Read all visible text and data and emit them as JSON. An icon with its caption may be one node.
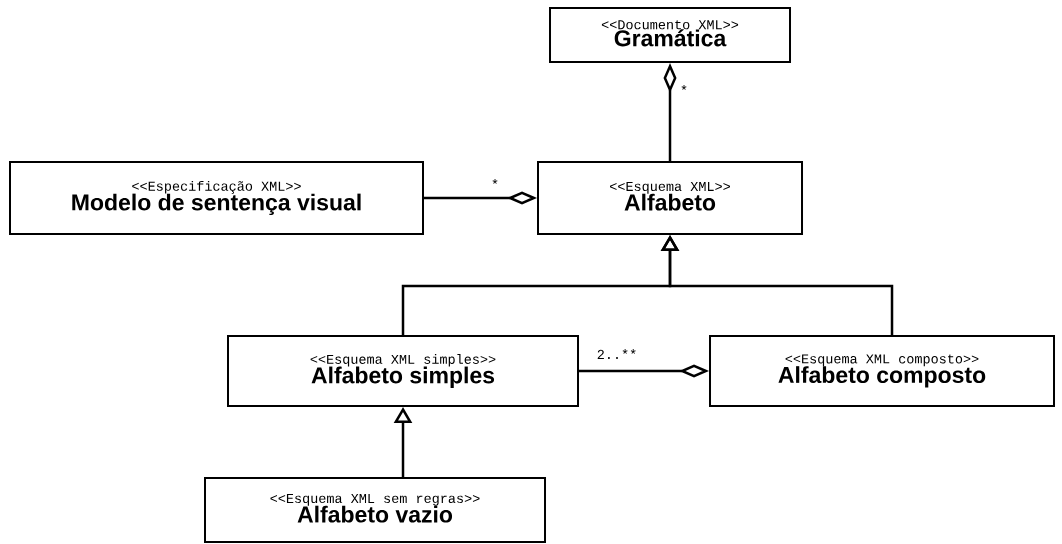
{
  "diagram": {
    "nodes": [
      {
        "text": [
          "<<Documento XML>>",
          "Gramática"
        ]
      },
      {
        "text": [
          "<<Especificação XML>>",
          "Modelo de sentença visual"
        ]
      },
      {
        "text": [
          "<<Esquema XML>>",
          "Alfabeto"
        ]
      },
      {
        "text": [
          "<<Esquema XML simples>>",
          "Alfabeto simples"
        ]
      },
      {
        "text": [
          "<<Esquema XML composto>>",
          "Alfabeto composto"
        ]
      },
      {
        "text": [
          "<<Esquema XML sem regras>>",
          "Alfabeto vazio"
        ]
      }
    ],
    "edges": [
      {
        "from": 0,
        "to": 2,
        "arrow": "other",
        "label": "*"
      },
      {
        "from": 2,
        "to": 1,
        "arrow": "other",
        "label": "*"
      },
      {
        "from": 3,
        "to": 2,
        "arrow": "to"
      },
      {
        "from": 4,
        "to": 2,
        "arrow": "to"
      },
      {
        "from": 4,
        "to": 3,
        "arrow": "other",
        "label": "2..**"
      },
      {
        "from": 5,
        "to": 3,
        "arrow": "to"
      }
    ]
  }
}
